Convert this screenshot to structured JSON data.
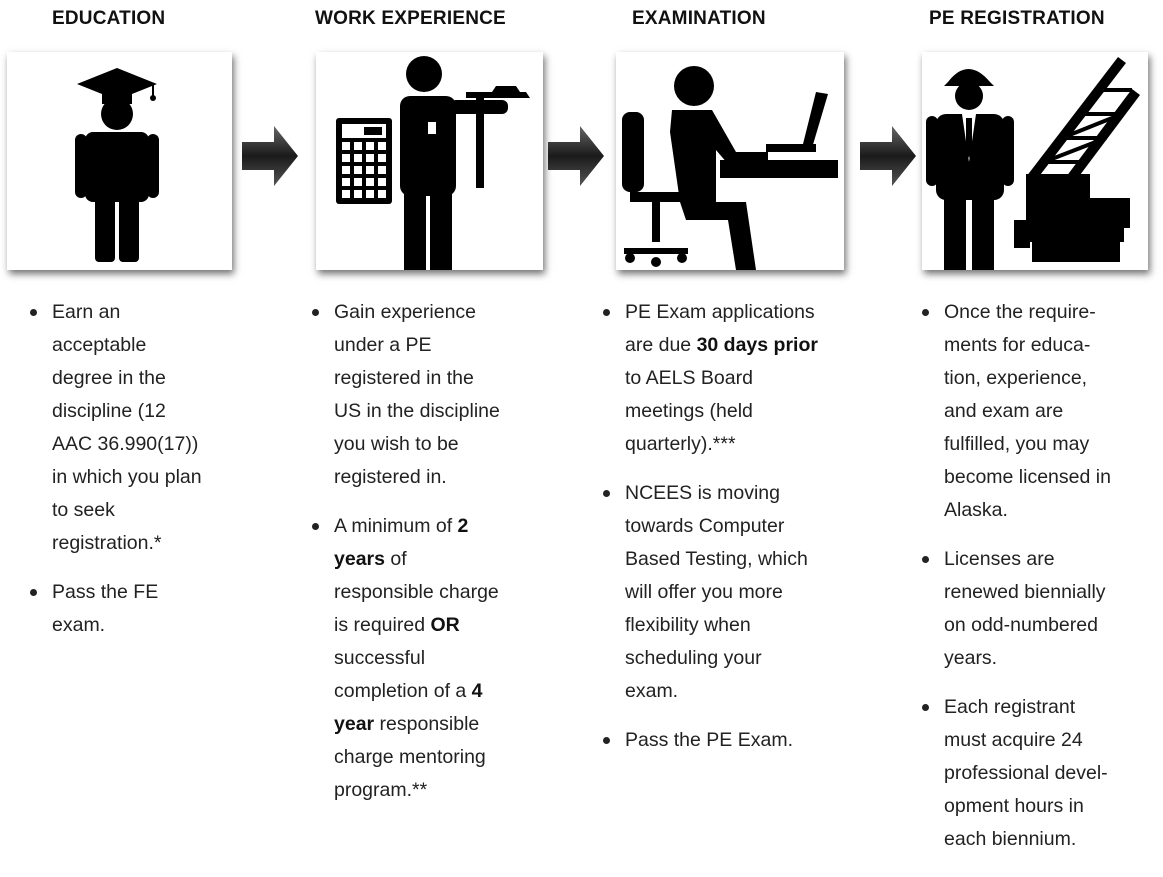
{
  "steps": [
    {
      "heading": "EDUCATION",
      "icon": "graduate-icon",
      "bullets": [
        {
          "lines": [
            [
              {
                "t": "Earn an"
              }
            ],
            [
              {
                "t": "acceptable"
              }
            ],
            [
              {
                "t": "degree in the"
              }
            ],
            [
              {
                "t": "discipline (12"
              }
            ],
            [
              {
                "t": "AAC 36.990(17))"
              }
            ],
            [
              {
                "t": "in which you plan"
              }
            ],
            [
              {
                "t": "to seek"
              }
            ],
            [
              {
                "t": "registration.*"
              }
            ]
          ]
        },
        {
          "lines": [
            [
              {
                "t": "Pass the FE"
              }
            ],
            [
              {
                "t": "exam."
              }
            ]
          ]
        }
      ]
    },
    {
      "heading": "WORK EXPERIENCE",
      "icon": "worker-calculator-icon",
      "bullets": [
        {
          "lines": [
            [
              {
                "t": "Gain experience"
              }
            ],
            [
              {
                "t": "under a PE"
              }
            ],
            [
              {
                "t": "registered in the"
              }
            ],
            [
              {
                "t": "US in the discipline"
              }
            ],
            [
              {
                "t": "you wish to be"
              }
            ],
            [
              {
                "t": "registered in."
              }
            ]
          ]
        },
        {
          "lines": [
            [
              {
                "t": "A minimum of "
              },
              {
                "t": "2",
                "b": true
              }
            ],
            [
              {
                "t": "years",
                "b": true
              },
              {
                "t": " of"
              }
            ],
            [
              {
                "t": "responsible charge"
              }
            ],
            [
              {
                "t": "is required "
              },
              {
                "t": "OR",
                "b": true
              }
            ],
            [
              {
                "t": "successful"
              }
            ],
            [
              {
                "t": "completion of a "
              },
              {
                "t": "4",
                "b": true
              }
            ],
            [
              {
                "t": "year",
                "b": true
              },
              {
                "t": " responsible"
              }
            ],
            [
              {
                "t": "charge mentoring"
              }
            ],
            [
              {
                "t": "program.**"
              }
            ]
          ]
        }
      ]
    },
    {
      "heading": "EXAMINATION",
      "icon": "exam-desk-icon",
      "bullets": [
        {
          "lines": [
            [
              {
                "t": "PE Exam applications"
              }
            ],
            [
              {
                "t": "are due "
              },
              {
                "t": "30 days prior",
                "b": true
              }
            ],
            [
              {
                "t": "to AELS Board"
              }
            ],
            [
              {
                "t": "meetings (held"
              }
            ],
            [
              {
                "t": "quarterly).***"
              }
            ]
          ]
        },
        {
          "lines": [
            [
              {
                "t": "NCEES is moving"
              }
            ],
            [
              {
                "t": "towards Computer"
              }
            ],
            [
              {
                "t": "Based Testing, which"
              }
            ],
            [
              {
                "t": "will offer you more"
              }
            ],
            [
              {
                "t": "flexibility when"
              }
            ],
            [
              {
                "t": "scheduling your"
              }
            ],
            [
              {
                "t": "exam."
              }
            ]
          ]
        },
        {
          "lines": [
            [
              {
                "t": "Pass the PE Exam."
              }
            ]
          ]
        }
      ]
    },
    {
      "heading": "PE REGISTRATION",
      "icon": "engineer-crane-icon",
      "bullets": [
        {
          "lines": [
            [
              {
                "t": "Once the require-"
              }
            ],
            [
              {
                "t": "ments for educa-"
              }
            ],
            [
              {
                "t": "tion, experience,"
              }
            ],
            [
              {
                "t": "and exam are"
              }
            ],
            [
              {
                "t": "fulfilled, you may"
              }
            ],
            [
              {
                "t": "become licensed in"
              }
            ],
            [
              {
                "t": "Alaska."
              }
            ]
          ]
        },
        {
          "lines": [
            [
              {
                "t": "Licenses are"
              }
            ],
            [
              {
                "t": "renewed biennially"
              }
            ],
            [
              {
                "t": "on odd-numbered"
              }
            ],
            [
              {
                "t": "years."
              }
            ]
          ]
        },
        {
          "lines": [
            [
              {
                "t": "Each registrant"
              }
            ],
            [
              {
                "t": "must acquire 24"
              }
            ],
            [
              {
                "t": "professional devel-"
              }
            ],
            [
              {
                "t": "opment hours in"
              }
            ],
            [
              {
                "t": "each biennium."
              }
            ]
          ]
        }
      ]
    }
  ],
  "arrow_icon": "right-arrow-icon"
}
